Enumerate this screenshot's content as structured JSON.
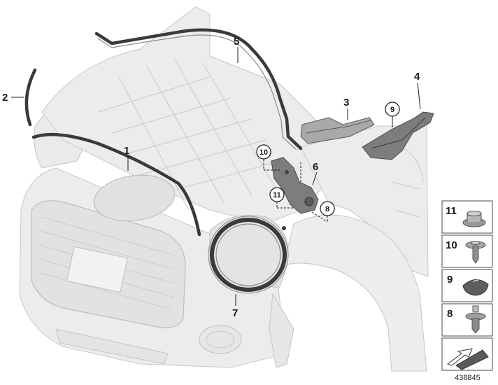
{
  "callouts": [
    {
      "id": "1",
      "text": "1"
    },
    {
      "id": "2",
      "text": "2"
    },
    {
      "id": "3",
      "text": "3"
    },
    {
      "id": "4",
      "text": "4"
    },
    {
      "id": "5",
      "text": "5"
    },
    {
      "id": "6",
      "text": "6"
    },
    {
      "id": "7",
      "text": "7"
    },
    {
      "id": "8",
      "text": "8"
    },
    {
      "id": "9",
      "text": "9"
    },
    {
      "id": "10",
      "text": "10"
    },
    {
      "id": "11",
      "text": "11"
    }
  ],
  "legend": {
    "items": [
      {
        "number": "11",
        "icon": "nut-icon"
      },
      {
        "number": "10",
        "icon": "expanding-rivet-icon"
      },
      {
        "number": "9",
        "icon": "plug-cap-icon"
      },
      {
        "number": "8",
        "icon": "push-rivet-icon"
      }
    ],
    "footer_icon": "direction-arrow-icon"
  },
  "document_number": "438845",
  "colors": {
    "seal": "#3a3a3a",
    "part": "#7d7d7d",
    "body_outline": "#cfcfcf",
    "text": "#1a1a1a"
  }
}
